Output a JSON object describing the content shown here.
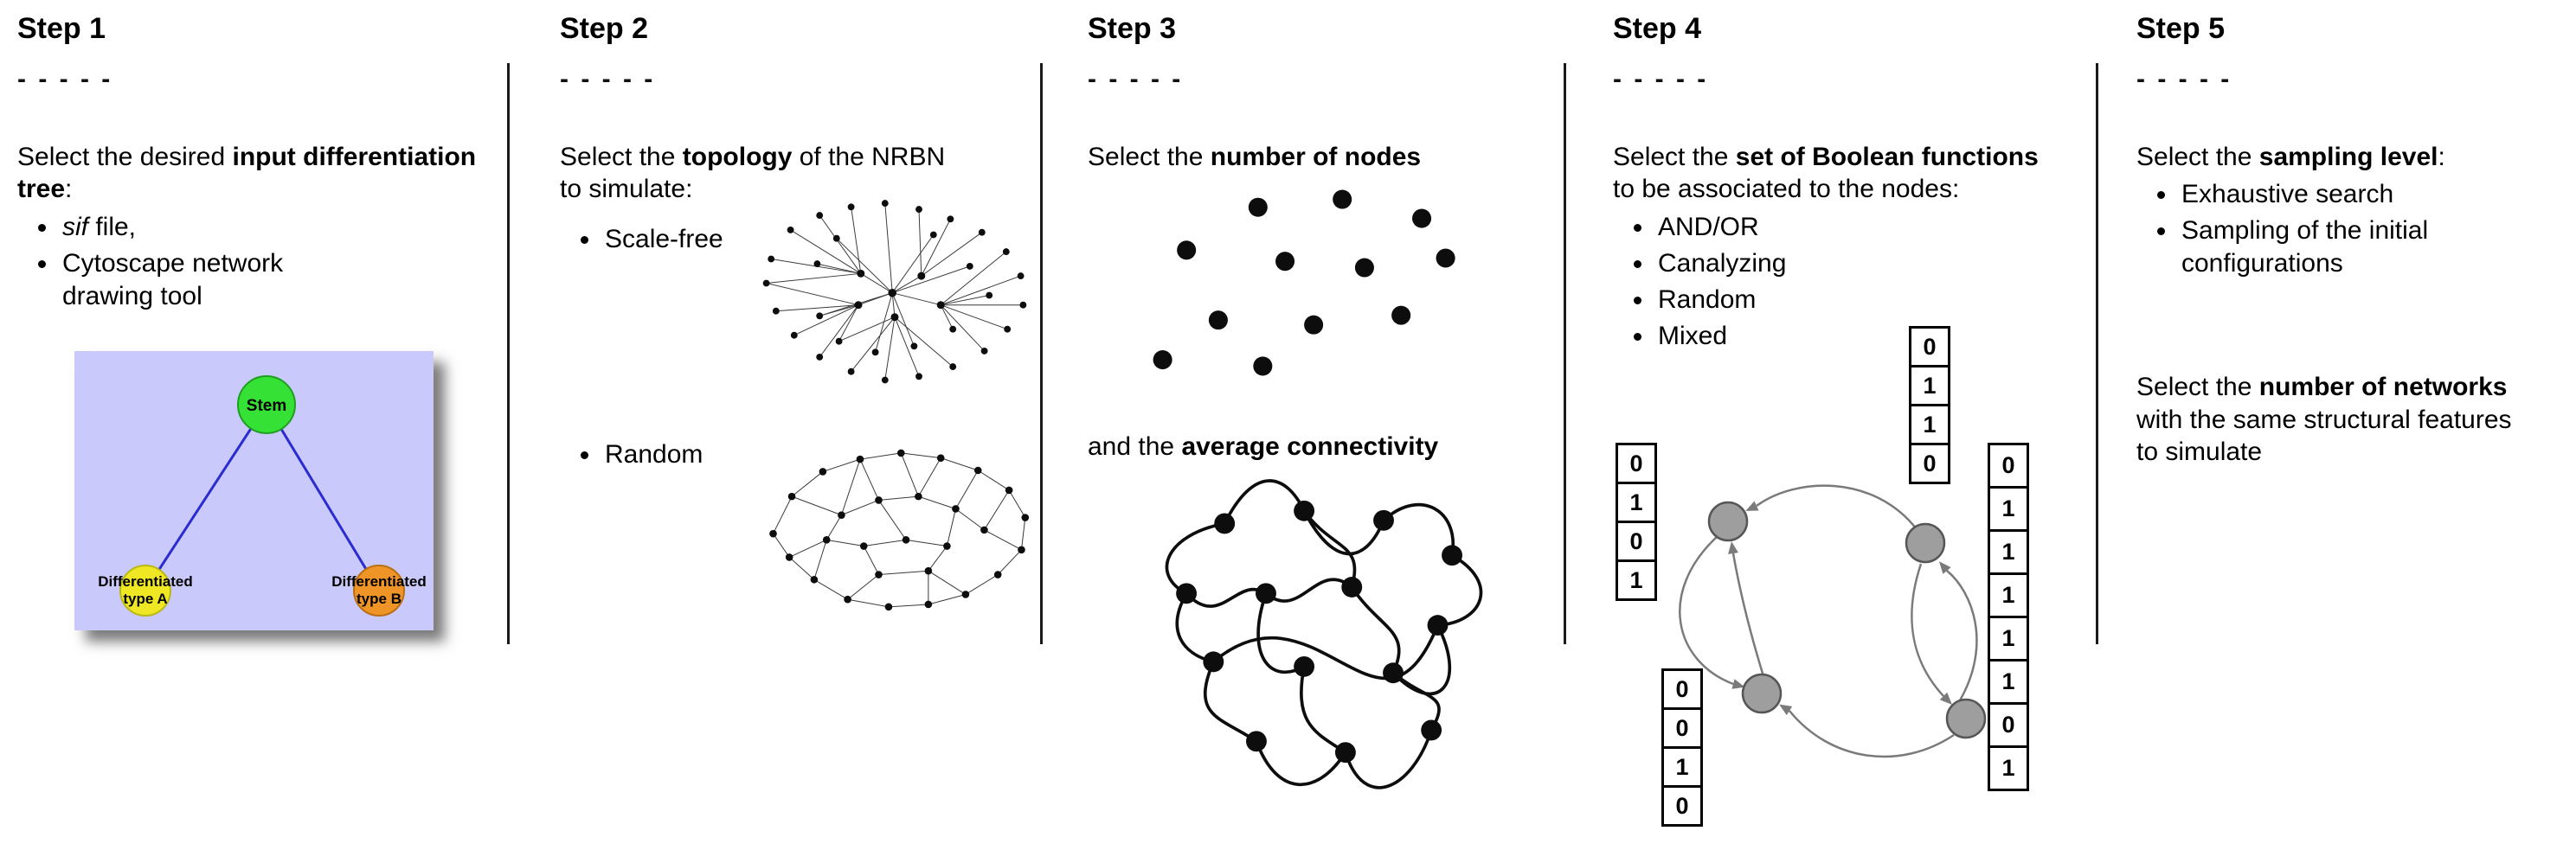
{
  "steps": [
    {
      "title": "Step 1",
      "dashes": "- - - - -",
      "intro": [
        {
          "t": "Select the desired "
        },
        {
          "t": "input differentiation tree",
          "b": true
        },
        {
          "t": ":"
        }
      ],
      "bullets": [
        [
          {
            "t": "sif",
            "i": true
          },
          {
            "t": " file,"
          }
        ],
        [
          {
            "t": "Cytoscape network drawing tool"
          }
        ]
      ],
      "tree": {
        "root": "Stem",
        "left_line1": "Differentiated",
        "left_line2": "type A",
        "right_line1": "Differentiated",
        "right_line2": "type B",
        "colors": {
          "background": "#c9c9fb",
          "root": "#35e135",
          "root_stroke": "#1f9e1f",
          "left": "#efe723",
          "left_stroke": "#b8b818",
          "right": "#ef9426",
          "right_stroke": "#b96f12",
          "edge": "#2b2bd0"
        }
      }
    },
    {
      "title": "Step 2",
      "dashes": "- - - - -",
      "intro": [
        {
          "t": "Select the "
        },
        {
          "t": "topology",
          "b": true
        },
        {
          "t": " of the NRBN to simulate:"
        }
      ],
      "bullets": [
        [
          {
            "t": "Scale-free"
          }
        ],
        [
          {
            "t": "Random"
          }
        ]
      ]
    },
    {
      "title": "Step 3",
      "dashes": "- - - - -",
      "intro": [
        {
          "t": "Select the "
        },
        {
          "t": "number of nodes",
          "b": true
        }
      ],
      "second": [
        {
          "t": "and the "
        },
        {
          "t": "average connectivity",
          "b": true
        }
      ]
    },
    {
      "title": "Step 4",
      "dashes": "- - - - -",
      "intro": [
        {
          "t": "Select the "
        },
        {
          "t": "set of Boolean functions",
          "b": true
        },
        {
          "t": " to be associated to the nodes:"
        }
      ],
      "bullets": [
        [
          {
            "t": "AND/OR"
          }
        ],
        [
          {
            "t": "Canalyzing"
          }
        ],
        [
          {
            "t": "Random"
          }
        ],
        [
          {
            "t": "Mixed"
          }
        ]
      ],
      "tables": {
        "left": [
          "0",
          "1",
          "0",
          "1"
        ],
        "top": [
          "0",
          "1",
          "1",
          "0"
        ],
        "bottom_left": [
          "0",
          "0",
          "1",
          "0"
        ],
        "right": [
          "0",
          "1",
          "1",
          "1",
          "1",
          "1",
          "0",
          "1"
        ]
      },
      "node_color": "#9e9e9e",
      "arrow_color": "#7a7a7a"
    },
    {
      "title": "Step 5",
      "dashes": "- - - - -",
      "intro": [
        {
          "t": "Select the "
        },
        {
          "t": "sampling level",
          "b": true
        },
        {
          "t": ":"
        }
      ],
      "bullets": [
        [
          {
            "t": "Exhaustive search"
          }
        ],
        [
          {
            "t": "Sampling of the initial configurations"
          }
        ]
      ],
      "second": [
        {
          "t": "Select the "
        },
        {
          "t": "number of networks",
          "b": true
        },
        {
          "t": " with the same structural features to simulate"
        }
      ]
    }
  ]
}
